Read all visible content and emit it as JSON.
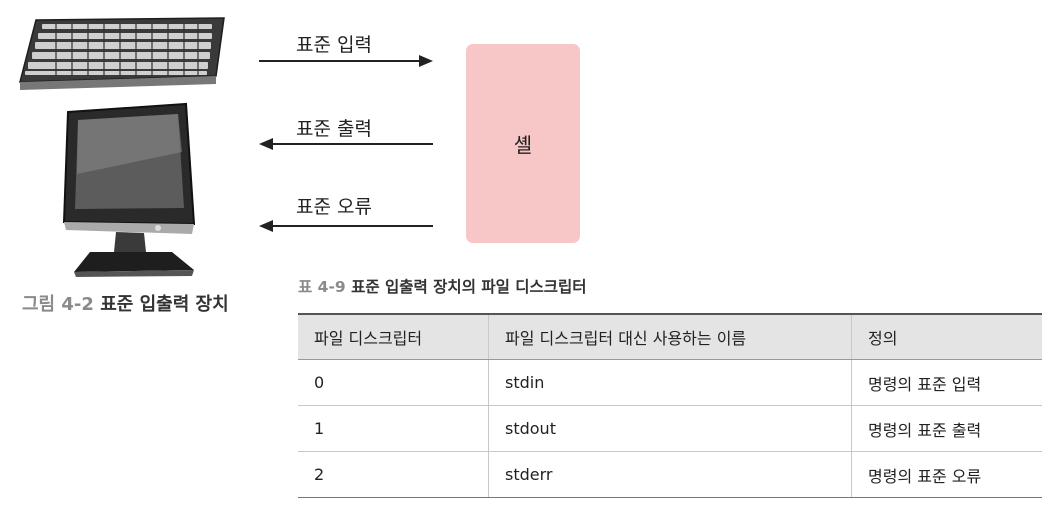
{
  "diagram": {
    "input_label": "표준 입력",
    "output_label": "표준 출력",
    "error_label": "표준 오류",
    "shell_label": "셸"
  },
  "figure_caption": {
    "number": "그림 4-2",
    "title": "표준 입출력 장치"
  },
  "table_caption": {
    "number": "표 4-9",
    "title": "표준 입출력 장치의 파일 디스크립터"
  },
  "table": {
    "headers": [
      "파일 디스크립터",
      "파일 디스크립터 대신 사용하는 이름",
      "정의"
    ],
    "rows": [
      [
        "0",
        "stdin",
        "명령의 표준 입력"
      ],
      [
        "1",
        "stdout",
        "명령의 표준 출력"
      ],
      [
        "2",
        "stderr",
        "명령의 표준 오류"
      ]
    ]
  }
}
